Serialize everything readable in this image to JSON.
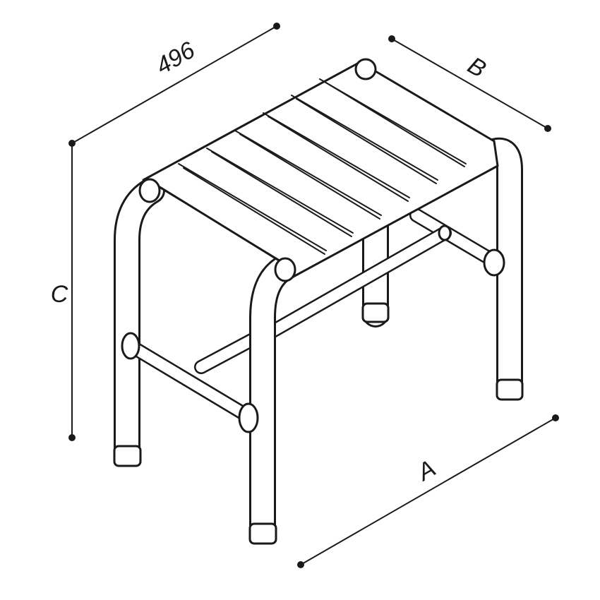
{
  "dimensions": {
    "width_label": "496",
    "depth_label": "B",
    "height_label": "C",
    "length_label": "A"
  },
  "colors": {
    "line": "#1a1a1a",
    "background": "#ffffff"
  }
}
